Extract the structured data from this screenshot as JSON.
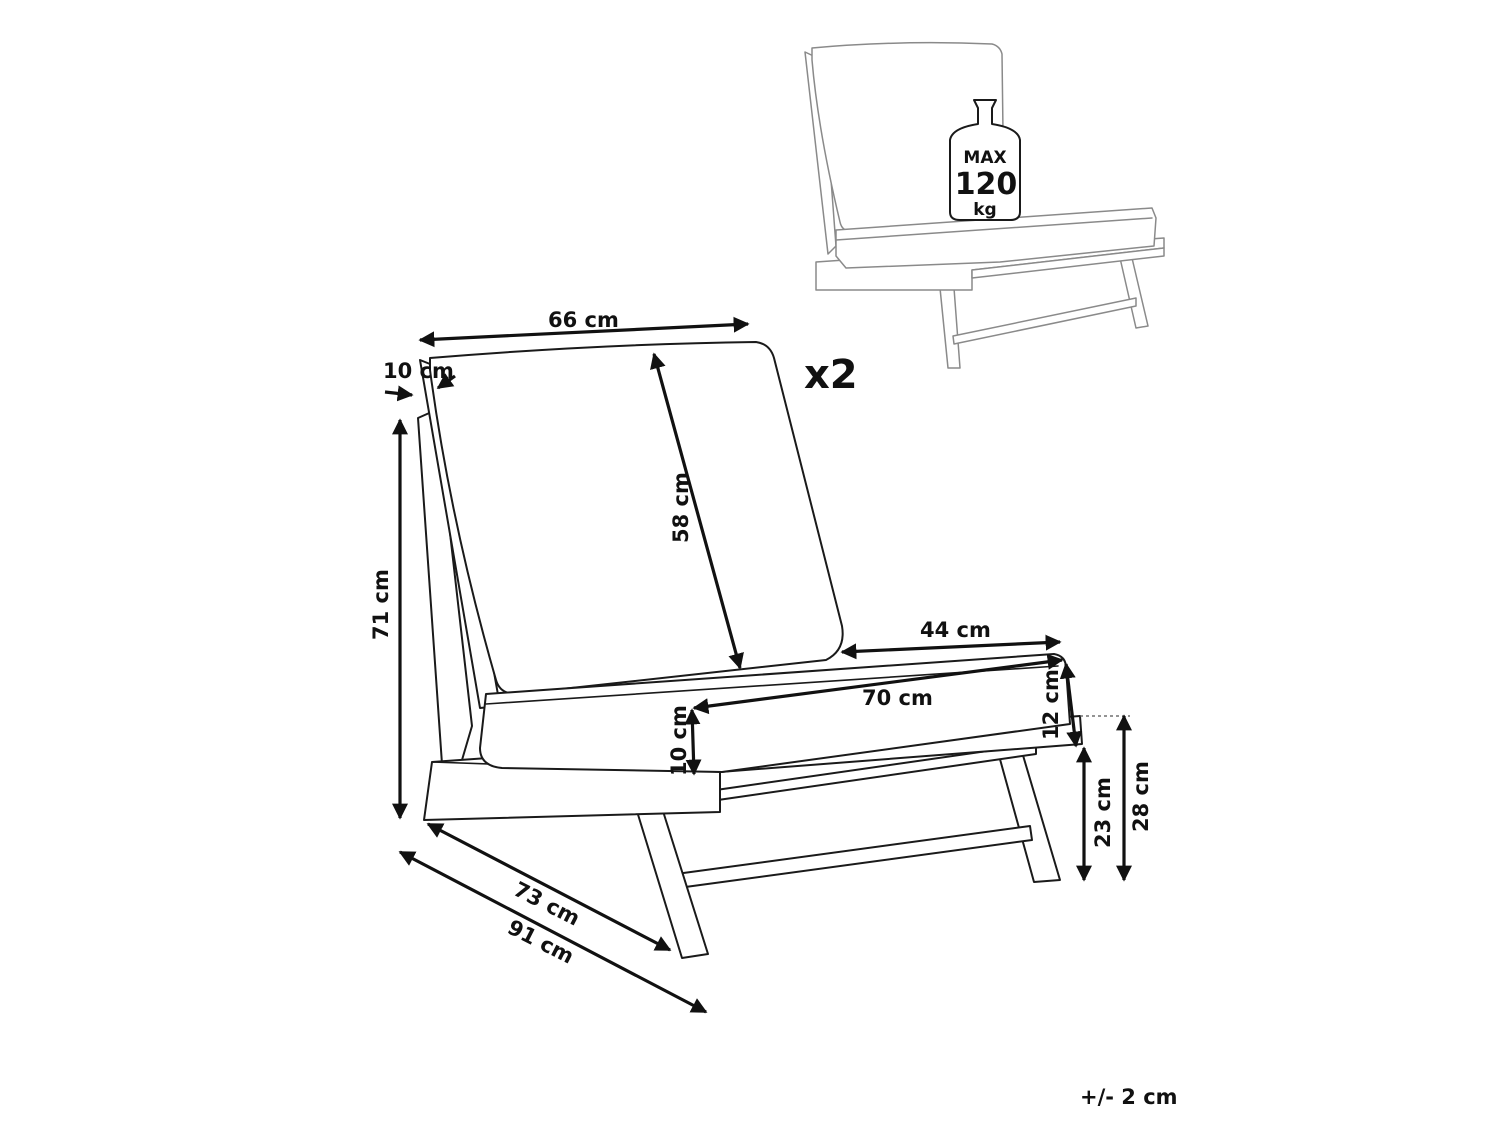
{
  "weight_badge": {
    "max_label": "MAX",
    "value": "120",
    "unit": "kg"
  },
  "quantity": "x2",
  "tolerance": "+/- 2 cm",
  "dimensions": {
    "backrest_width": "66 cm",
    "frame_thickness": "10 cm",
    "backrest_height": "58 cm",
    "total_height": "71 cm",
    "seat_depth": "44 cm",
    "seat_width": "70 cm",
    "armrest_thickness": "12 cm",
    "cushion_thickness": "10 cm",
    "seat_height": "23 cm",
    "armrest_height": "28 cm",
    "inner_depth": "73 cm",
    "total_depth": "91 cm"
  }
}
